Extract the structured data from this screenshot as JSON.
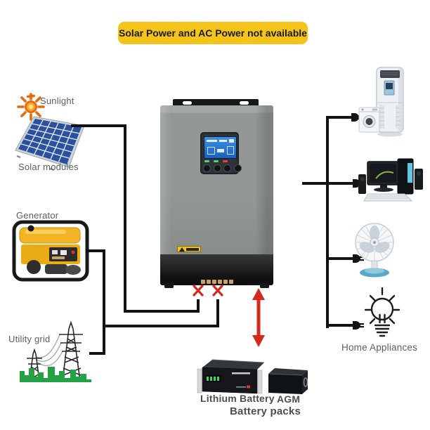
{
  "banner": {
    "text": "Solar Power and AC Power not available"
  },
  "sources": {
    "sunlight": "Sunlight",
    "solar_modules": "Solar modules",
    "generator": "Generator",
    "utility_grid": "Utility grid"
  },
  "loads": {
    "home_appliances": "Home Appliances"
  },
  "storage": {
    "lithium": "Lithium Battery",
    "agm": "AGM",
    "packs": "Battery packs"
  },
  "colors": {
    "banner_bg": "#F5C41A",
    "banner_fg": "#1B1B1B",
    "wire": "#121212",
    "alert_red": "#D7281E",
    "label_gray": "#5B5E61",
    "solar_blue": "#2B50A0",
    "generator_yellow": "#F2B425",
    "grid_green": "#22A244",
    "inverter_gray": "#939897",
    "lcd_blue": "#2F7FD8"
  },
  "icons": {
    "sun-icon": "orange starburst sun",
    "solar-panel-icon": "tilted blue PV module grid",
    "generator-icon": "yellow portable generator in black tube frame",
    "utility-grid-icon": "transmission towers over green city skyline",
    "inverter-image": "gray wall-mount hybrid inverter with blue LCD",
    "caution-sticker-icon": "yellow warning sticker",
    "x-mark-icon": "red X = source not available",
    "double-arrow-icon": "red two-way arrow = battery charge/discharge",
    "plug-icon": "black AC power plug",
    "air-conditioner-icon": "floor-standing air conditioner",
    "washing-machine-icon": "front-load washing machine",
    "computer-icon": "desktop PC with monitor and speakers",
    "fan-icon": "table fan with blue base",
    "light-bulb-icon": "line-art glowing light bulb",
    "lithium-battery-icon": "rack-mount lithium battery module",
    "agm-battery-icon": "black AGM battery block"
  }
}
